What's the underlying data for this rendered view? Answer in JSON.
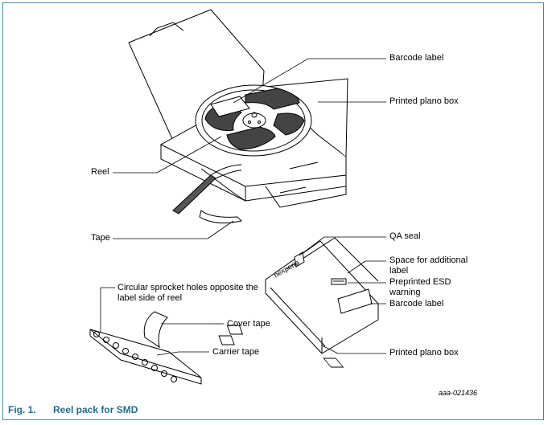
{
  "labels": {
    "barcode_label_top": "Barcode label",
    "printed_plano_box_top": "Printed plano box",
    "reel": "Reel",
    "tape": "Tape",
    "qa_seal": "QA seal",
    "space_for_label_1": "Space for additional",
    "space_for_label_2": "label",
    "esd_1": "Preprinted ESD",
    "esd_2": "warning",
    "barcode_label_bottom": "Barcode label",
    "printed_plano_box_bottom": "Printed plano box",
    "sprocket_1": "Circular sprocket holes opposite the",
    "sprocket_2": "label side of reel",
    "cover_tape": "Cover tape",
    "carrier_tape": "Carrier tape",
    "box_brand": "nexperia"
  },
  "figure_code": "aaa-021436",
  "caption": {
    "number": "Fig. 1.",
    "title": "Reel pack for SMD"
  },
  "colors": {
    "frame": "#3e8fa0",
    "caption": "#1f6e8c",
    "ink": "#000000",
    "reel_fill": "#444444"
  }
}
